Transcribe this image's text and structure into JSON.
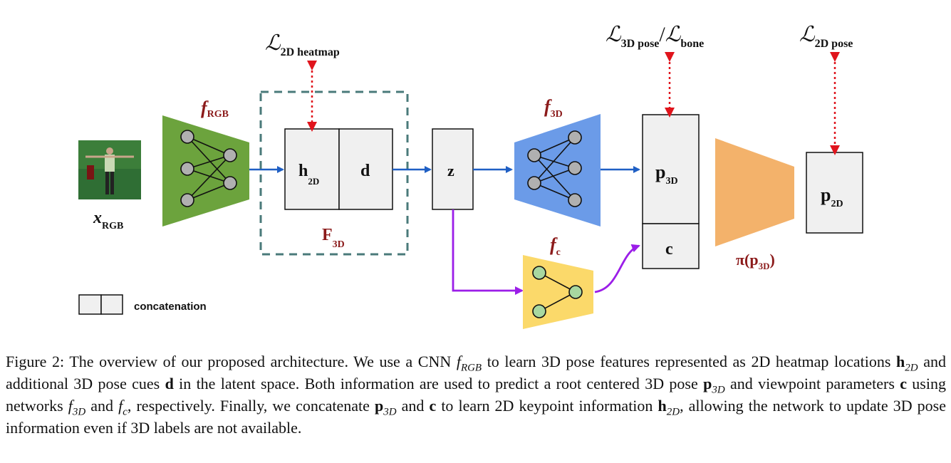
{
  "diagram": {
    "input_label": "x",
    "input_label_sub": "RGB",
    "f_rgb": "f",
    "f_rgb_sub": "RGB",
    "h2d": "h",
    "h2d_sub": "2D",
    "d": "d",
    "F3d": "F",
    "F3d_sub": "3D",
    "z": "z",
    "f3d": "f",
    "f3d_sub": "3D",
    "fc": "f",
    "fc_sub": "c",
    "p3d": "p",
    "p3d_sub": "3D",
    "c": "c",
    "pi": "π(p",
    "pi_sub": "3D",
    "pi_close": ")",
    "p2d": "p",
    "p2d_sub": "2D",
    "loss_heatmap": "ℒ",
    "loss_heatmap_sub": "2D heatmap",
    "loss_3dpose": "ℒ",
    "loss_3dpose_sub": "3D pose",
    "loss_slash": "/",
    "loss_bone": "ℒ",
    "loss_bone_sub": "bone",
    "loss_2dpose": "ℒ",
    "loss_2dpose_sub": "2D pose",
    "legend_label": "concatenation",
    "colors": {
      "green": "#6ca33d",
      "blue": "#6b9be8",
      "yellow": "#fbd96a",
      "orange": "#f3b26b",
      "red_label": "#8b1a1a",
      "arrow_blue": "#1f5fc4",
      "arrow_purple": "#9b1ee8",
      "loss_red": "#e0141c",
      "dashed_box": "#4a7a7a",
      "box_fill": "#f0f0f0"
    }
  },
  "caption": {
    "lead": "Figure 2: The overview of our proposed architecture. We use a CNN ",
    "f_rgb": "f",
    "f_rgb_sub": "RGB",
    "t1": " to learn 3D pose features represented as 2D heatmap locations ",
    "h": "h",
    "h_sub": "2D",
    "t2": " and additional 3D pose cues ",
    "d": "d",
    "t3": " in the latent space. Both information are used to predict a root centered 3D pose ",
    "p": "p",
    "p_sub": "3D",
    "t4": " and viewpoint parameters ",
    "c": "c",
    "t5": " using networks ",
    "f3": "f",
    "f3_sub": "3D",
    "t6": " and ",
    "fc": "f",
    "fc_sub": "c",
    "t7": ", respectively. Finally, we concatenate ",
    "p2": "p",
    "p2_sub": "3D",
    "t8": " and ",
    "c2": "c",
    "t9": " to learn 2D keypoint information ",
    "h2": "h",
    "h2_sub": "2D",
    "t10": ", allowing the network to update 3D pose information even if 3D labels are not available."
  }
}
